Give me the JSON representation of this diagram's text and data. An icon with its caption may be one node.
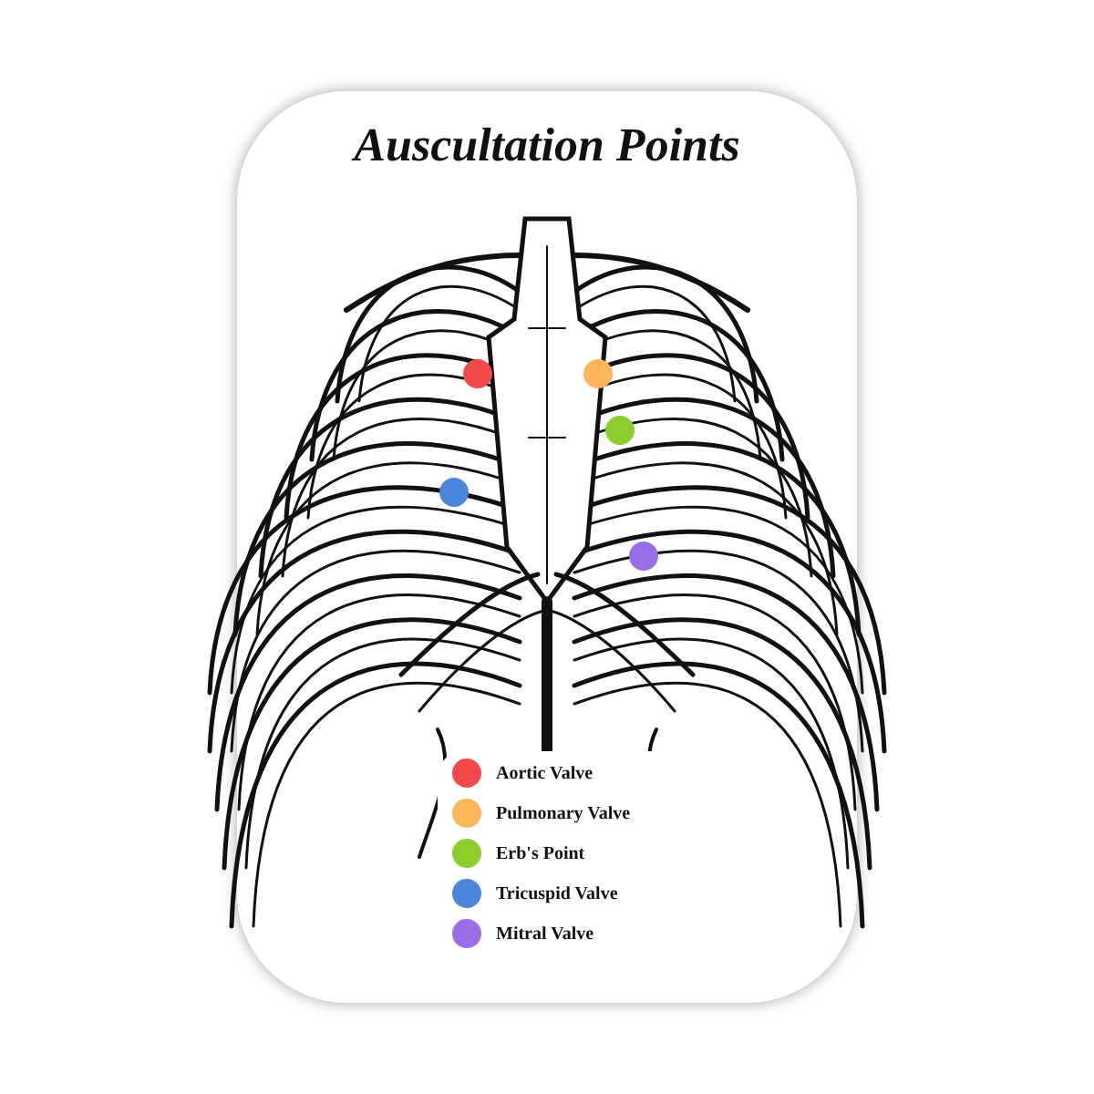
{
  "diagram": {
    "title": "Auscultation Points",
    "legend": [
      {
        "text": "Aortic Valve",
        "color": "#f24a4a"
      },
      {
        "text": "Pulmonary Valve",
        "color": "#fdb55a"
      },
      {
        "text": "Erb's Point",
        "color": "#8cce2d"
      },
      {
        "text": "Tricuspid Valve",
        "color": "#4a86dc"
      },
      {
        "text": "Mitral Valve",
        "color": "#9a6ee6"
      }
    ]
  }
}
